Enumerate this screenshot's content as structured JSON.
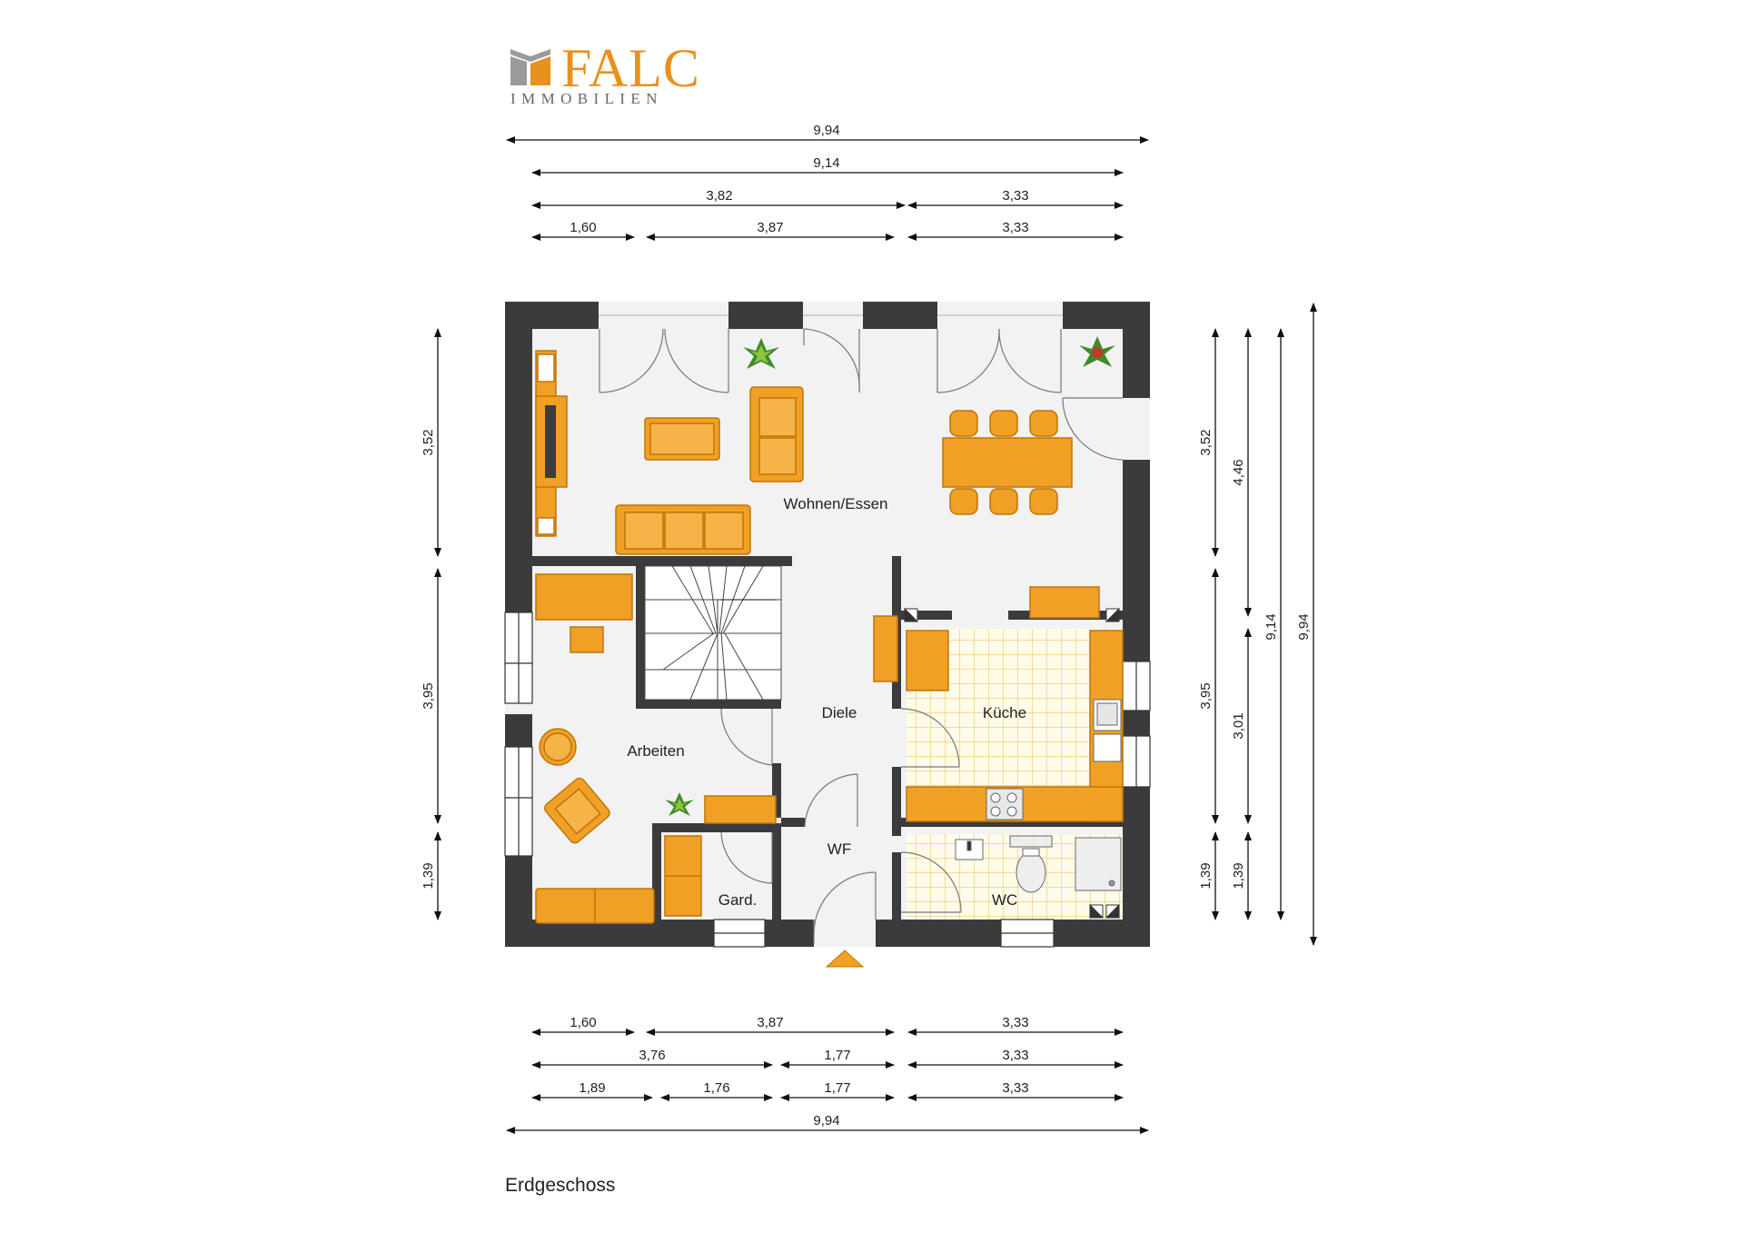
{
  "brand": {
    "name": "FALC",
    "sub": "IMMOBILIEN",
    "accent": "#e8911c",
    "gray": "#8a8a8a"
  },
  "colors": {
    "wall": "#3a3a3c",
    "floor": "#f2f2f2",
    "furniture": "#f0a024",
    "furniture_edge": "#c07408",
    "tile": "#fffbe6",
    "tile_grid": "#f4c96a"
  },
  "caption": "Erdgeschoss",
  "rooms": {
    "wohnen": "Wohnen/Essen",
    "arbeiten": "Arbeiten",
    "diele": "Diele",
    "kueche": "Küche",
    "wf": "WF",
    "gard": "Gard.",
    "wc": "WC"
  },
  "dims": {
    "top": [
      [
        "9,94"
      ],
      [
        "9,14"
      ],
      [
        "3,82",
        "3,33"
      ],
      [
        "1,60",
        "3,87",
        "3,33"
      ]
    ],
    "bottom": [
      [
        "1,60",
        "3,87",
        "3,33"
      ],
      [
        "3,76",
        "1,77",
        "3,33"
      ],
      [
        "1,89",
        "1,76",
        "1,77",
        "3,33"
      ],
      [
        "9,94"
      ]
    ],
    "left": [
      "3,52",
      "3,95",
      "1,39"
    ],
    "right": {
      "col1": [
        "3,52",
        "3,95",
        "1,39"
      ],
      "col2": [
        "4,46",
        "3,01",
        "1,39"
      ],
      "col3": [
        "9,14"
      ],
      "col4": [
        "9,94"
      ]
    }
  }
}
